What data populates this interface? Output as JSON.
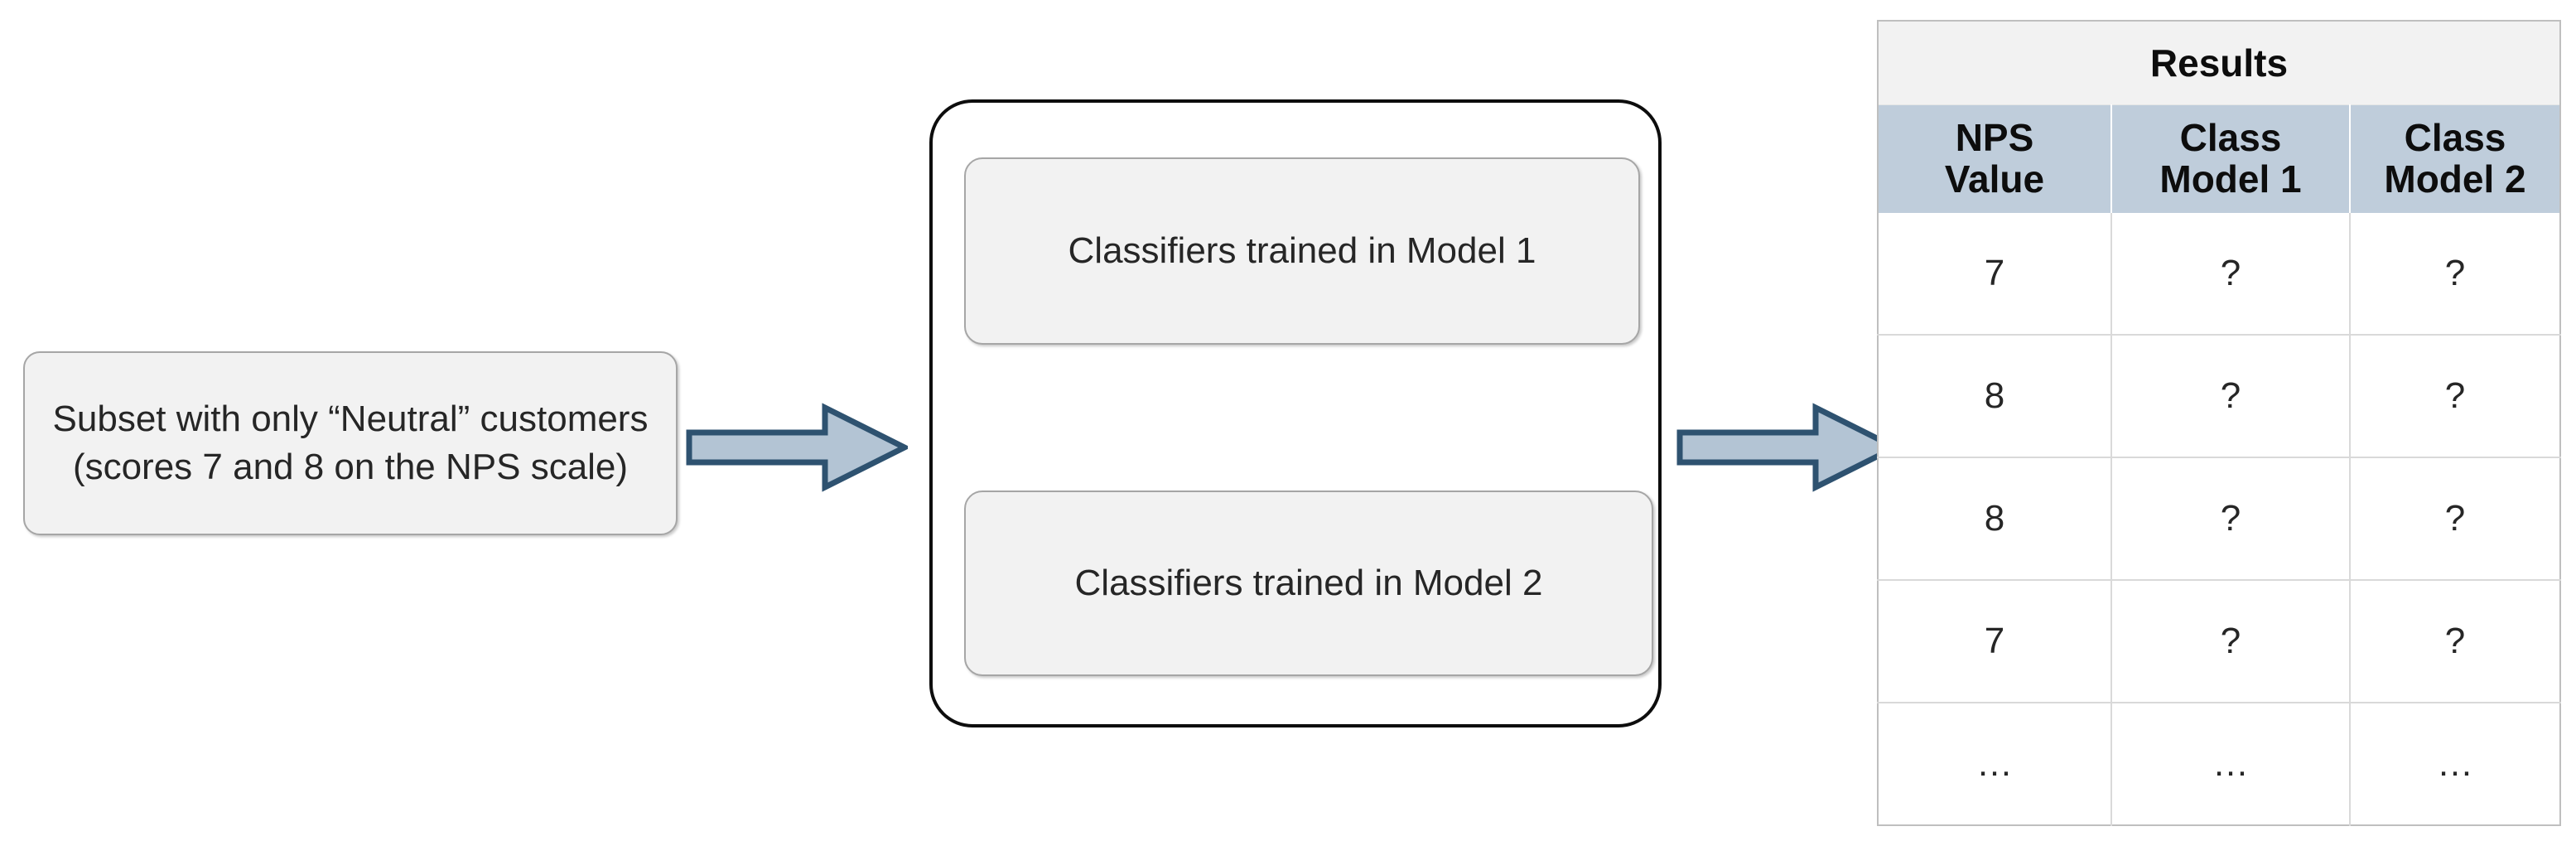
{
  "diagram": {
    "source_box": {
      "text": "Subset with only “Neutral” customers (scores 7 and 8 on the NPS scale)"
    },
    "arrows": [
      {
        "name": "arrow-source-to-models",
        "direction": "right",
        "fill": "#b3c4d4",
        "stroke": "#2e5270"
      },
      {
        "name": "arrow-models-to-results",
        "direction": "right",
        "fill": "#b3c4d4",
        "stroke": "#2e5270"
      }
    ],
    "model_container": {
      "classifiers": [
        {
          "label": "Classifiers trained in Model 1"
        },
        {
          "label": "Classifiers trained in Model 2"
        }
      ]
    },
    "results_table": {
      "title": "Results",
      "columns": [
        "NPS\nValue",
        "Class\nModel 1",
        "Class\nModel 2"
      ],
      "rows": [
        [
          "7",
          "?",
          "?"
        ],
        [
          "8",
          "?",
          "?"
        ],
        [
          "8",
          "?",
          "?"
        ],
        [
          "7",
          "?",
          "?"
        ],
        [
          "…",
          "…",
          "…"
        ]
      ]
    },
    "colors": {
      "box_fill": "#f2f2f2",
      "box_border": "#a6a6a6",
      "container_border": "#0d0d0d",
      "table_header_fill": "#bfcddb",
      "table_title_fill": "#f2f2f2",
      "table_border": "#bfbfbf",
      "arrow_fill": "#b3c4d4",
      "arrow_stroke": "#2e5270"
    }
  }
}
